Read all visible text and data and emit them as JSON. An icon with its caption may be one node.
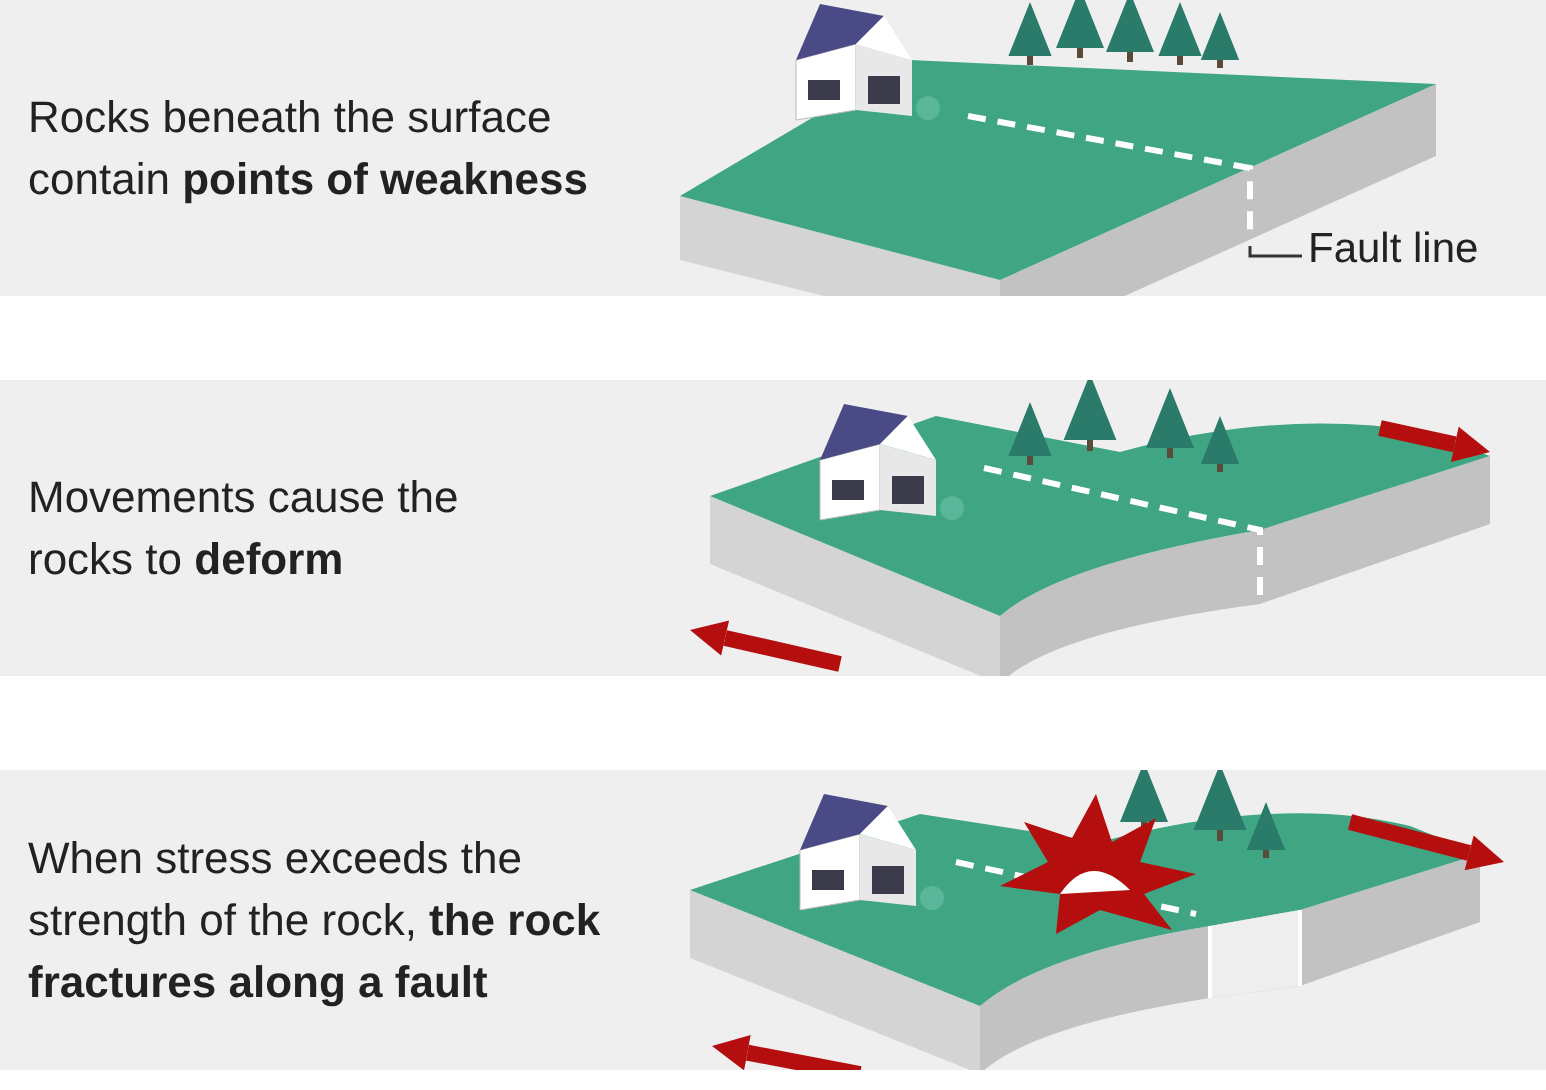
{
  "diagram": {
    "nodes": [
      {
        "text": [
          "Rocks beneath the surface contain **points of weakness**"
        ]
      },
      {
        "text": [
          "Movements cause the rocks to **deform**"
        ]
      },
      {
        "text": [
          "When stress exceeds the strength of the rock, **the rock fractures along a fault**"
        ]
      },
      {
        "text": [
          "Fault line"
        ],
        "in": 0
      },
      {
        "text": [],
        "shape": "line",
        "in": 0
      }
    ],
    "edges": [
      {
        "from": 3,
        "to": 4,
        "arrow": "none"
      }
    ]
  }
}
